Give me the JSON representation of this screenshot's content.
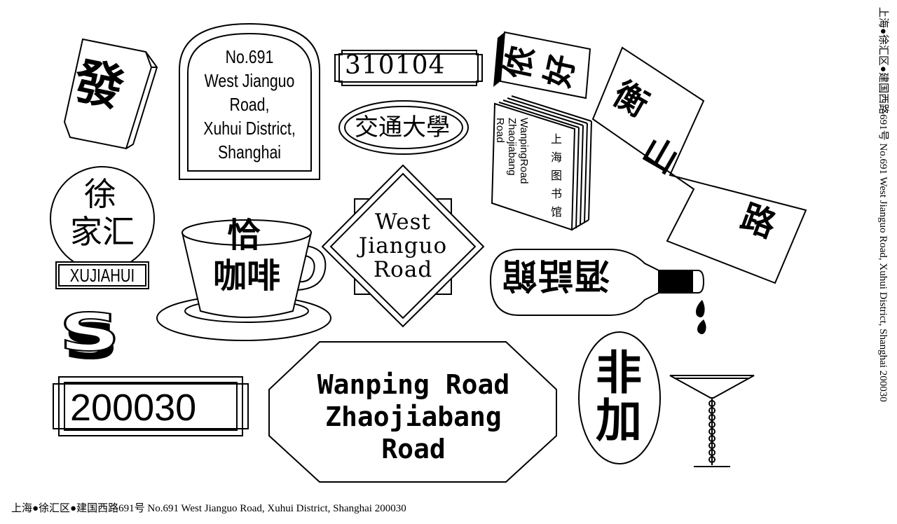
{
  "footer": {
    "text": "上海●徐汇区●建国西路691号 No.691 West Jianguo Road, Xuhui District, Shanghai 200030"
  },
  "side": {
    "text": "上海●徐汇区●建国西路691号 No.691 West Jianguo Road, Xuhui District, Shanghai 200030"
  },
  "fa_tile": {
    "text": "發"
  },
  "arch_sign": {
    "lines": [
      "No.691",
      "West Jianguo",
      "Road,",
      "Xuhui District,",
      "Shanghai"
    ]
  },
  "postcode_top": {
    "text": "310104"
  },
  "university_oval": {
    "text": "交通大學"
  },
  "nihao_sign": {
    "chars": [
      "侬",
      "好"
    ]
  },
  "library_book": {
    "cn": [
      "上",
      "海",
      "图",
      "书",
      "馆"
    ],
    "en": [
      "WanpingRoad",
      "Zhaojiabang",
      "Road"
    ]
  },
  "hengshan_sign": {
    "chars": [
      "衡",
      "山",
      "路"
    ]
  },
  "xujiahui_circle": {
    "line1": "徐",
    "line2": "家汇",
    "latin": "XUJIAHUI"
  },
  "coffee_cup": {
    "line1": "恰",
    "line2": "咖啡"
  },
  "diamond_sign": {
    "lines": [
      "West",
      "Jianguo",
      "Road"
    ]
  },
  "wine_bottle": {
    "text": "酒話館"
  },
  "s_logo": {
    "text": "S"
  },
  "postcode_bottom": {
    "text": "200030"
  },
  "octagon_sign": {
    "lines": [
      "Wanping Road",
      "Zhaojiabang",
      "Road"
    ]
  },
  "feijia_oval": {
    "line1": "非",
    "line2": "加"
  }
}
